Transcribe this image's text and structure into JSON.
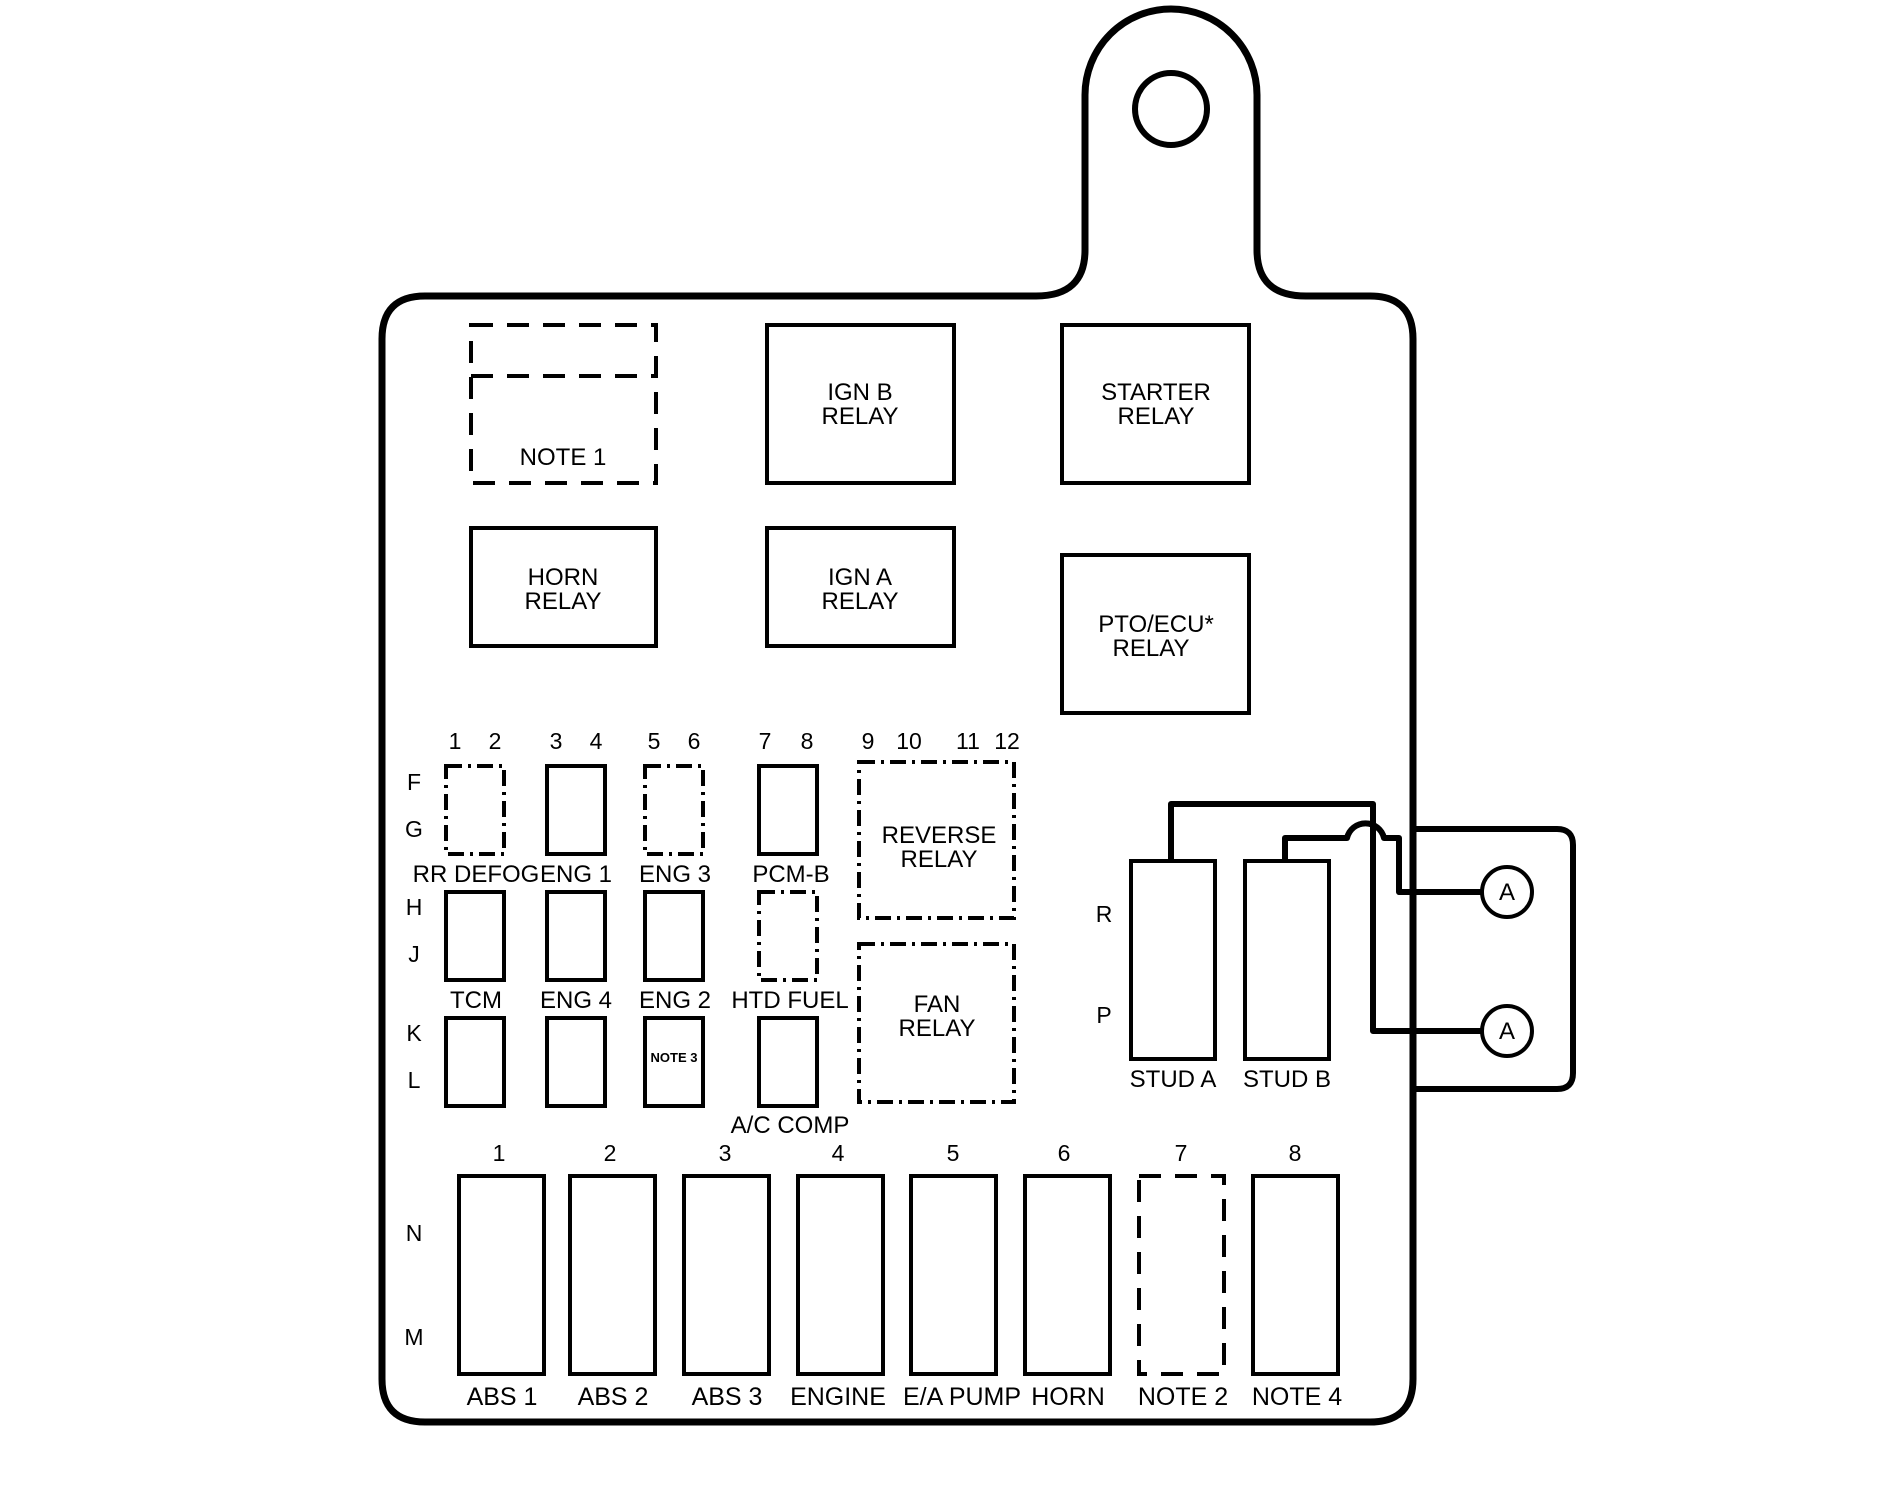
{
  "top_section": {
    "note1_label": "NOTE 1",
    "ign_b_relay": [
      "IGN B",
      "RELAY"
    ],
    "starter_relay": [
      "STARTER",
      "RELAY"
    ],
    "horn_relay": [
      "HORN",
      "RELAY"
    ],
    "ign_a_relay": [
      "IGN A",
      "RELAY"
    ],
    "pto_ecu_relay": [
      "PTO/ECU*",
      "RELAY"
    ]
  },
  "mini_fuse_section": {
    "column_numbers": [
      "1",
      "2",
      "3",
      "4",
      "5",
      "6",
      "7",
      "8",
      "9",
      "10",
      "11",
      "12"
    ],
    "row_letters": [
      "F",
      "G",
      "H",
      "J",
      "K",
      "L"
    ],
    "fuse_labels": {
      "rr_defog": "RR DEFOG",
      "eng1": "ENG 1",
      "eng3": "ENG 3",
      "pcm_b": "PCM-B",
      "tcm": "TCM",
      "eng4": "ENG 4",
      "eng2": "ENG 2",
      "htd_fuel": "HTD FUEL",
      "note3": "NOTE 3",
      "ac_comp": "A/C COMP"
    },
    "reverse_relay": [
      "REVERSE",
      "RELAY"
    ],
    "fan_relay": [
      "FAN",
      "RELAY"
    ]
  },
  "stud_section": {
    "row_letters": [
      "R",
      "P"
    ],
    "stud_a": "STUD A",
    "stud_b": "STUD B",
    "connector_a_top": "A",
    "connector_a_bottom": "A"
  },
  "maxi_fuse_section": {
    "column_numbers": [
      "1",
      "2",
      "3",
      "4",
      "5",
      "6",
      "7",
      "8"
    ],
    "row_letters": [
      "N",
      "M"
    ],
    "labels": [
      "ABS 1",
      "ABS 2",
      "ABS 3",
      "ENGINE",
      "E/A PUMP",
      "HORN",
      "NOTE 2",
      "NOTE 4"
    ]
  }
}
